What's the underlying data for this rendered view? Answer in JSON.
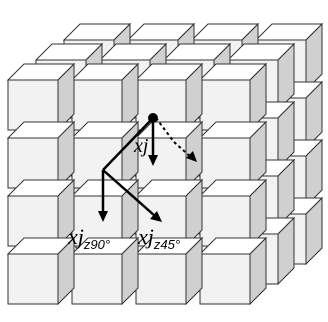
{
  "figure": {
    "colors": {
      "background": "#ffffff",
      "cube_front": "#f2f2f2",
      "cube_top": "#ffffff",
      "cube_side": "#d0d0d0",
      "cube_edge": "#333333",
      "arrow": "#000000"
    },
    "vector_labels": {
      "center": {
        "base": "x",
        "var": "j",
        "sub": ""
      },
      "z90": {
        "base": "x",
        "var": "j",
        "sub": "z90°"
      },
      "z45": {
        "base": "x",
        "var": "j",
        "sub": "z45°"
      }
    },
    "dotted_arrow_style": "dashed",
    "center_node_icon": "filled-dot-icon"
  }
}
